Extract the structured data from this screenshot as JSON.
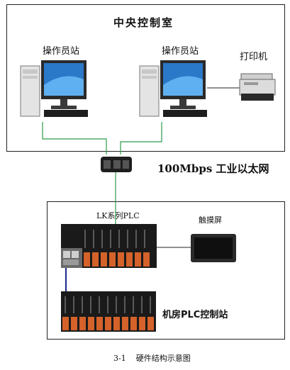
{
  "control_room": {
    "title": "中央控制室"
  },
  "workstation_left": {
    "label": "操作员站"
  },
  "workstation_right": {
    "label": "操作员站"
  },
  "printer": {
    "label": "打印机"
  },
  "network": {
    "label": "100Mbps 工业以太网"
  },
  "plc_main": {
    "label": "LK系列PLC"
  },
  "touchscreen": {
    "label": "触摸屏"
  },
  "plc_station": {
    "label": "机房PLC控制站"
  },
  "caption": {
    "text": "3-1    硬件结构示意图"
  },
  "colors": {
    "network_line": "#2e9a4a",
    "bus_line": "#1a2a8a",
    "plc_orange": "#d4622a",
    "screen_blue": "#2a78c8"
  }
}
